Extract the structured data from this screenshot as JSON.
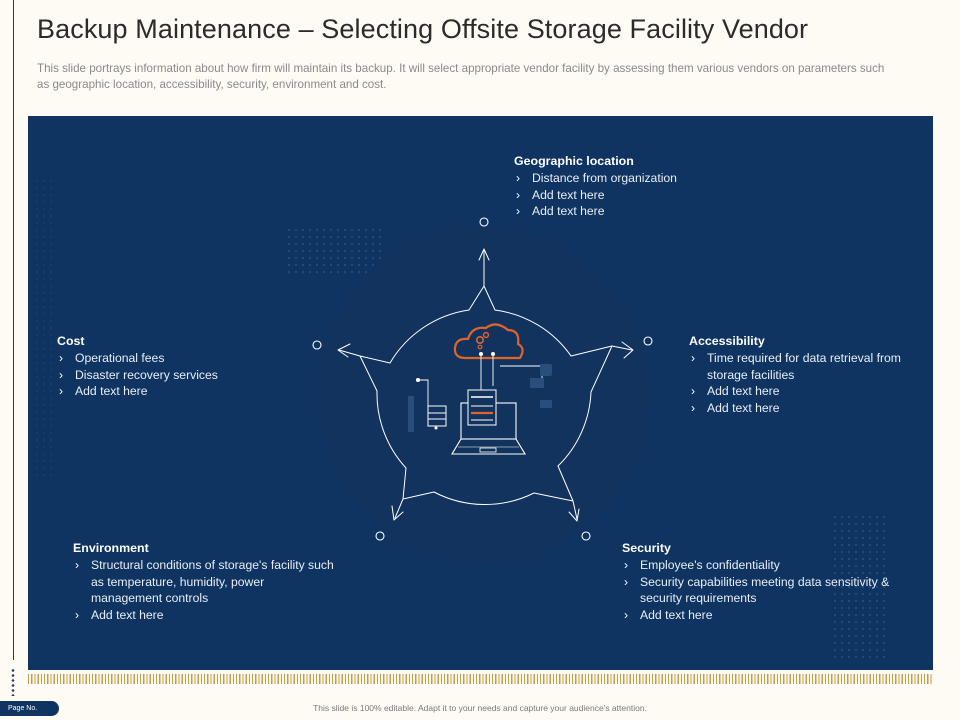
{
  "slide": {
    "title": "Backup Maintenance – Selecting Offsite Storage Facility Vendor",
    "subtitle": "This slide portrays information about how firm will  maintain its backup.  It will select appropriate vendor facility by assessing  them various vendors on parameters such as geographic location, accessibility, security, environment and cost."
  },
  "colors": {
    "panel": "#0f3461",
    "circle": "#12335e",
    "accent_orange": "#e0642a",
    "gold_hatch": "#c79a47"
  },
  "icons": [
    "cloud-gear-icon",
    "laptop-icon",
    "server-icon",
    "chevron-right-icon"
  ],
  "params": {
    "geographic": {
      "title": "Geographic location",
      "items": [
        "Distance from organization",
        "Add text here",
        "Add text here"
      ]
    },
    "accessibility": {
      "title": "Accessibility",
      "items": [
        "Time required for data retrieval from storage facilities",
        "Add text here",
        "Add text here"
      ]
    },
    "security": {
      "title": "Security",
      "items": [
        "Employee's confidentiality",
        "Security capabilities meeting data sensitivity & security requirements",
        "Add text here"
      ]
    },
    "environment": {
      "title": "Environment",
      "items": [
        "Structural conditions of storage's facility such as temperature, humidity, power management controls",
        "Add text here"
      ]
    },
    "cost": {
      "title": "Cost",
      "items": [
        "Operational fees",
        "Disaster recovery services",
        "Add text here"
      ]
    }
  },
  "bullet_glyph": "›",
  "footer": {
    "page_label": "Page No.",
    "note": "This slide is 100% editable. Adapt it to your needs and capture your audience's attention."
  }
}
